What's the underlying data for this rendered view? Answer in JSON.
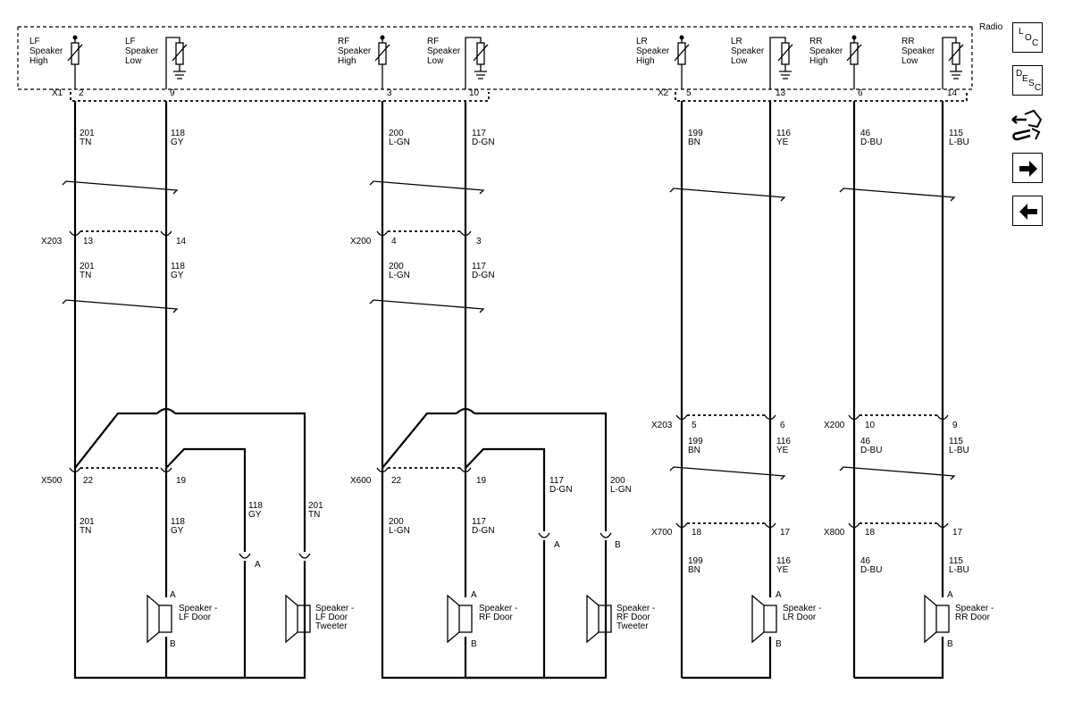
{
  "module": {
    "name": "Radio",
    "connectors": [
      "X1",
      "X2"
    ],
    "outputs": [
      {
        "line1": "LF",
        "line2": "Speaker",
        "line3": "High",
        "pin": "2"
      },
      {
        "line1": "LF",
        "line2": "Speaker",
        "line3": "Low",
        "pin": "9"
      },
      {
        "line1": "RF",
        "line2": "Speaker",
        "line3": "High",
        "pin": "3"
      },
      {
        "line1": "RF",
        "line2": "Speaker",
        "line3": "Low",
        "pin": "10"
      },
      {
        "line1": "LR",
        "line2": "Speaker",
        "line3": "High",
        "pin": "5"
      },
      {
        "line1": "LR",
        "line2": "Speaker",
        "line3": "Low",
        "pin": "13"
      },
      {
        "line1": "RR",
        "line2": "Speaker",
        "line3": "High",
        "pin": "6"
      },
      {
        "line1": "RR",
        "line2": "Speaker",
        "line3": "Low",
        "pin": "14"
      }
    ]
  },
  "wires": [
    {
      "circuit": "201",
      "color": "TN"
    },
    {
      "circuit": "118",
      "color": "GY"
    },
    {
      "circuit": "200",
      "color": "L-GN"
    },
    {
      "circuit": "117",
      "color": "D-GN"
    },
    {
      "circuit": "199",
      "color": "BN"
    },
    {
      "circuit": "116",
      "color": "YE"
    },
    {
      "circuit": "46",
      "color": "D-BU"
    },
    {
      "circuit": "115",
      "color": "L-BU"
    }
  ],
  "connectors": {
    "x203_front": {
      "name": "X203",
      "pins": [
        "13",
        "14"
      ]
    },
    "x200_front": {
      "name": "X200",
      "pins": [
        "4",
        "3"
      ]
    },
    "x203_rear": {
      "name": "X203",
      "pins": [
        "5",
        "6"
      ]
    },
    "x200_rear": {
      "name": "X200",
      "pins": [
        "10",
        "9"
      ]
    },
    "x500": {
      "name": "X500",
      "pins": [
        "22",
        "19"
      ]
    },
    "x600": {
      "name": "X600",
      "pins": [
        "22",
        "19"
      ]
    },
    "x700": {
      "name": "X700",
      "pins": [
        "18",
        "17"
      ]
    },
    "x800": {
      "name": "X800",
      "pins": [
        "18",
        "17"
      ]
    }
  },
  "tweeter_pins": {
    "a": "A",
    "b": "B"
  },
  "speakers": [
    {
      "line1": "Speaker -",
      "line2": "LF Door",
      "line3": "",
      "pin_top": "A",
      "pin_bottom": "B"
    },
    {
      "line1": "Speaker -",
      "line2": "LF Door",
      "line3": "Tweeter",
      "pin_top": "",
      "pin_bottom": ""
    },
    {
      "line1": "Speaker -",
      "line2": "RF Door",
      "line3": "",
      "pin_top": "A",
      "pin_bottom": "B"
    },
    {
      "line1": "Speaker -",
      "line2": "RF Door",
      "line3": "Tweeter",
      "pin_top": "",
      "pin_bottom": ""
    },
    {
      "line1": "Speaker -",
      "line2": "LR Door",
      "line3": "",
      "pin_top": "A",
      "pin_bottom": "B"
    },
    {
      "line1": "Speaker -",
      "line2": "RR Door",
      "line3": "",
      "pin_top": "A",
      "pin_bottom": "B"
    }
  ],
  "nav": {
    "loc": {
      "l": "L",
      "o": "O",
      "c": "C"
    },
    "desc": {
      "d": "D",
      "e": "E",
      "s": "S",
      "c": "C"
    }
  }
}
